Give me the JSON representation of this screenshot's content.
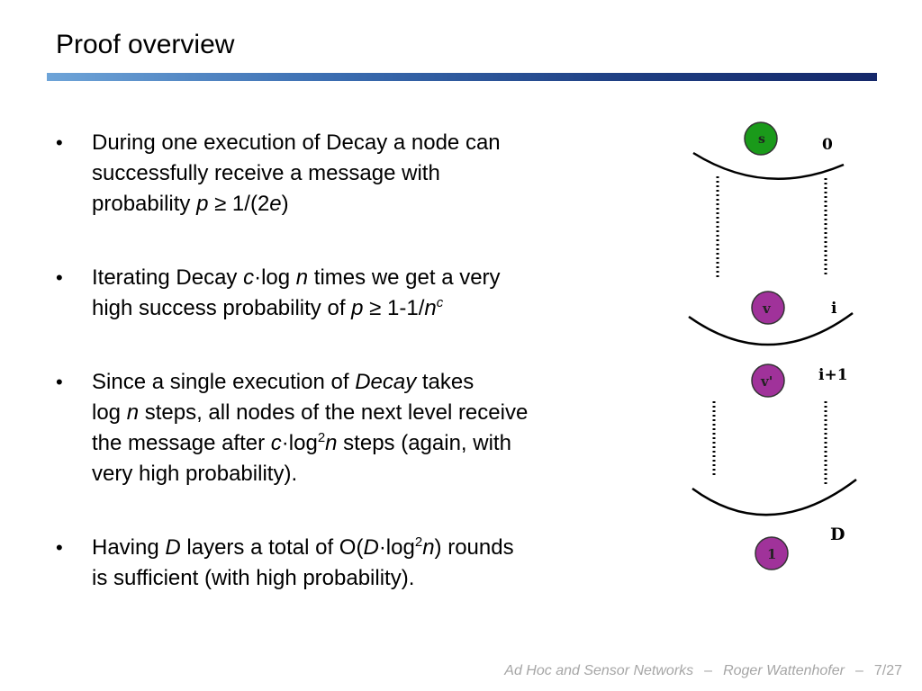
{
  "slide": {
    "title": "Proof overview"
  },
  "bullets": [
    {
      "lines": [
        [
          {
            "t": "During one execution of Decay a node can"
          }
        ],
        [
          {
            "t": "successfully receive a message with"
          }
        ],
        [
          {
            "t": "probability "
          },
          {
            "t": "p",
            "i": true
          },
          {
            "t": " ≥ 1/(2"
          },
          {
            "t": "e",
            "i": true
          },
          {
            "t": ")"
          }
        ]
      ]
    },
    {
      "lines": [
        [
          {
            "t": "Iterating Decay "
          },
          {
            "t": "c",
            "i": true
          },
          {
            "t": "·log "
          },
          {
            "t": "n",
            "i": true
          },
          {
            "t": " times we get a very"
          }
        ],
        [
          {
            "t": "high success probability of "
          },
          {
            "t": "p",
            "i": true
          },
          {
            "t": " ≥ 1-1/"
          },
          {
            "t": "n",
            "i": true
          },
          {
            "t": "c",
            "i": true,
            "sup": true
          }
        ]
      ]
    },
    {
      "lines": [
        [
          {
            "t": "Since a single execution of "
          },
          {
            "t": "Decay",
            "i": true
          },
          {
            "t": " takes"
          }
        ],
        [
          {
            "t": "log "
          },
          {
            "t": "n",
            "i": true
          },
          {
            "t": " steps, all nodes of the next level receive"
          }
        ],
        [
          {
            "t": "the message after "
          },
          {
            "t": "c",
            "i": true
          },
          {
            "t": "·log"
          },
          {
            "t": "2",
            "sup": true
          },
          {
            "t": "n",
            "i": true
          },
          {
            "t": " steps (again, with"
          }
        ],
        [
          {
            "t": "very high probability)."
          }
        ]
      ]
    },
    {
      "lines": [
        [
          {
            "t": "Having "
          },
          {
            "t": "D",
            "i": true
          },
          {
            "t": " layers a total of O("
          },
          {
            "t": "D",
            "i": true
          },
          {
            "t": "·log"
          },
          {
            "t": "2",
            "sup": true
          },
          {
            "t": "n",
            "i": true
          },
          {
            "t": ") rounds"
          }
        ],
        [
          {
            "t": "is sufficient (with high probability)."
          }
        ]
      ]
    }
  ],
  "figure": {
    "nodes": [
      {
        "label": "s",
        "color": "#1a9a1a"
      },
      {
        "label": "v",
        "color": "#a0329a"
      },
      {
        "label": "v'",
        "color": "#a0329a"
      },
      {
        "label": "1",
        "color": "#a0329a"
      }
    ],
    "level_labels": [
      "0",
      "i",
      "i+1",
      "D"
    ]
  },
  "footer": {
    "course": "Ad Hoc and Sensor Networks",
    "separator": "–",
    "author": "Roger Wattenhofer",
    "page": "7/27"
  }
}
